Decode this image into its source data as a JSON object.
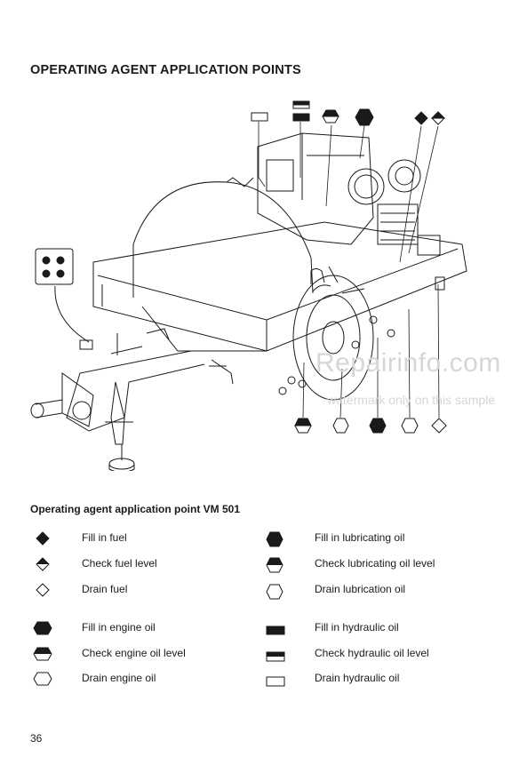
{
  "title": "OPERATING AGENT APPLICATION POINTS",
  "watermark": "Repairinfo.com",
  "watermark_note": "watermark only on this sample",
  "legend": {
    "title": "Operating agent application point VM 501",
    "left": [
      {
        "label": "Fill in fuel",
        "symbol": "diamond-filled-icon"
      },
      {
        "label": "Check fuel level",
        "symbol": "diamond-half-icon"
      },
      {
        "label": "Drain fuel",
        "symbol": "diamond-outline-icon"
      },
      {
        "label": "Fill in engine oil",
        "symbol": "elongated-hexagon-filled-icon"
      },
      {
        "label": "Check engine oil level",
        "symbol": "elongated-hexagon-half-icon"
      },
      {
        "label": "Drain engine oil",
        "symbol": "elongated-hexagon-outline-icon"
      }
    ],
    "right": [
      {
        "label": "Fill in lubricating oil",
        "symbol": "hexagon-filled-icon"
      },
      {
        "label": "Check lubricating oil level",
        "symbol": "hexagon-half-icon"
      },
      {
        "label": "Drain lubrication oil",
        "symbol": "hexagon-outline-icon"
      },
      {
        "label": "Fill in hydraulic oil",
        "symbol": "rectangle-filled-icon"
      },
      {
        "label": "Check hydraulic oil level",
        "symbol": "rectangle-half-icon"
      },
      {
        "label": "Drain hydraulic oil",
        "symbol": "rectangle-outline-icon"
      }
    ]
  },
  "page_number": "36"
}
